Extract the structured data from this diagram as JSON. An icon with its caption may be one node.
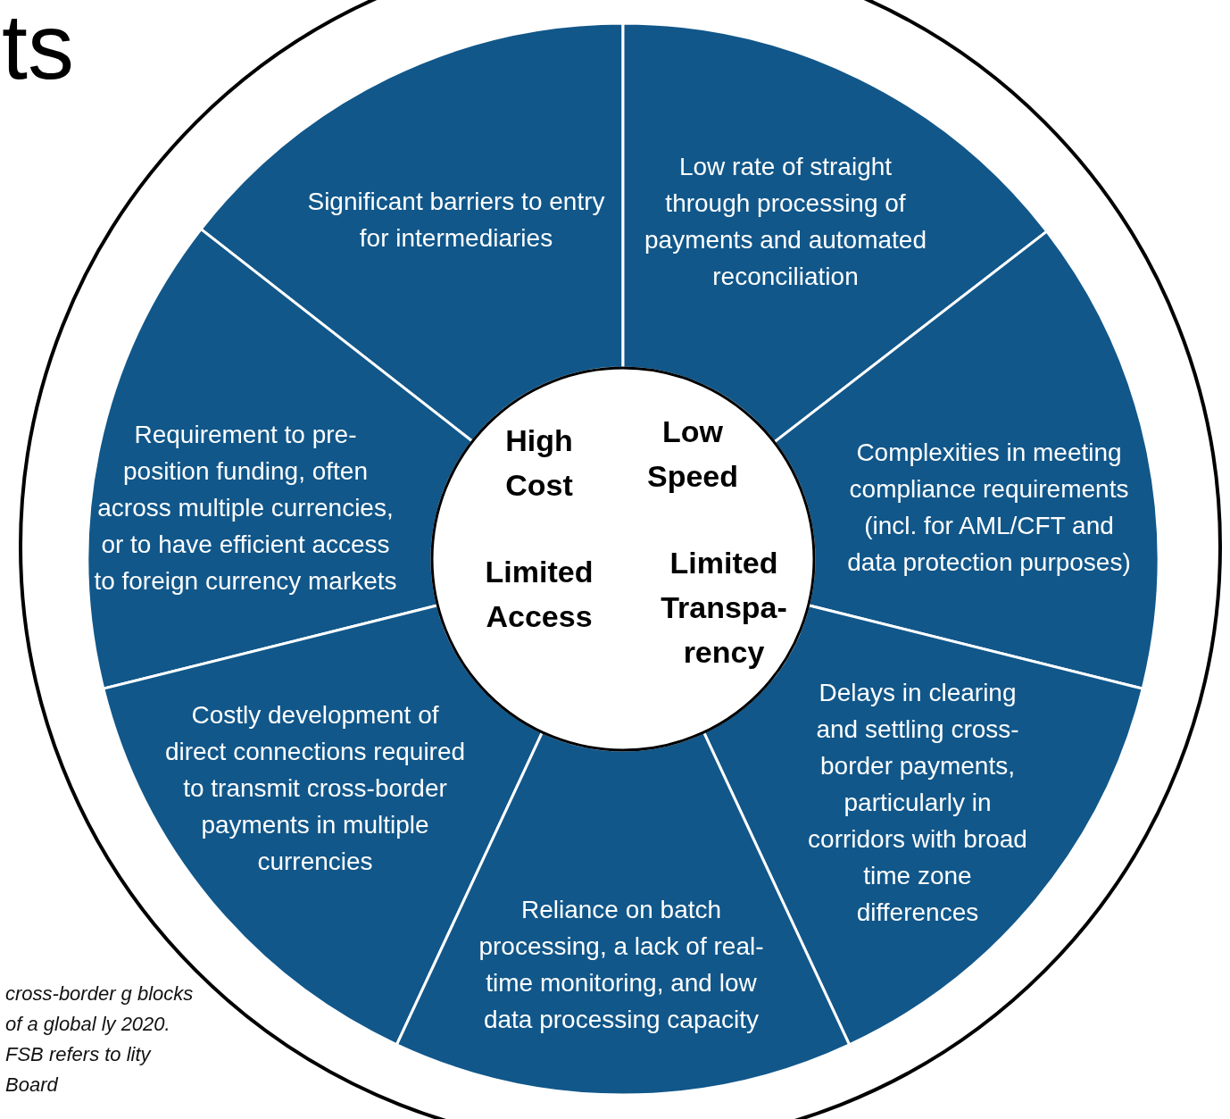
{
  "diagram": {
    "title": "ts",
    "nodes": [
      {
        "text": [
          "Significant barriers to entry for intermediaries"
        ]
      },
      {
        "text": [
          "Low rate of straight through processing of payments and automated reconciliation"
        ]
      },
      {
        "text": [
          "Requirement to pre-position funding, often across multiple currencies, or to have efficient access to foreign currency markets"
        ]
      },
      {
        "text": [
          "Complexities in meeting compliance requirements (incl. for AML/CFT and data protection purposes)"
        ]
      },
      {
        "text": [
          "Costly development of direct connections required to transmit cross-border payments in multiple currencies"
        ]
      },
      {
        "text": [
          "Delays in clearing and settling cross-border payments, particularly in corridors with broad time zone differences"
        ]
      },
      {
        "text": [
          "Reliance on batch processing, a lack of real-time monitoring, and low data processing capacity"
        ]
      },
      {
        "text": [
          "High Cost",
          "Low Speed",
          "Limited Access",
          "Limited Transpa- rency"
        ]
      }
    ],
    "edges": [],
    "labels": [
      "cross-border g blocks of a global ly 2020. FSB refers to lity Board"
    ]
  }
}
